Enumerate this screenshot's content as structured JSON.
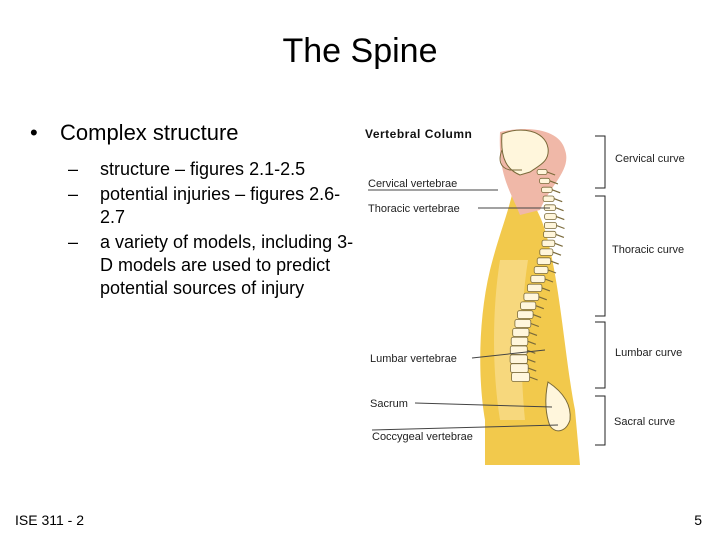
{
  "slide": {
    "title": "The Spine",
    "main_bullet": "Complex structure",
    "sub_bullets": [
      "structure – figures 2.1-2.5",
      "potential injuries – figures 2.6-2.7",
      "a variety of models, including 3-D models are used to predict potential sources of injury"
    ],
    "footer_left": "ISE 311 - 2",
    "page_number": "5"
  },
  "figure": {
    "heading": "Vertebral Column",
    "left_labels": {
      "cervical": "Cervical vertebrae",
      "thoracic": "Thoracic vertebrae",
      "lumbar": "Lumbar vertebrae",
      "sacrum": "Sacrum",
      "coccygeal": "Coccygeal vertebrae"
    },
    "right_labels": {
      "cervical": "Cervical curve",
      "thoracic": "Thoracic curve",
      "lumbar": "Lumbar curve",
      "sacral": "Sacral curve"
    },
    "colors": {
      "body": "#f2c94c",
      "body_light": "#f7dc8a",
      "skin": "#f0b8a8",
      "bone": "#fff6dc",
      "bone_outline": "#7a6a3a"
    }
  }
}
